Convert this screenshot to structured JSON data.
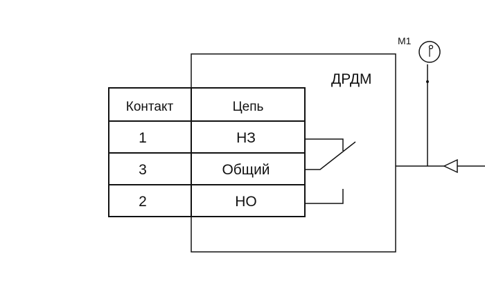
{
  "device": {
    "label": "ДРДМ"
  },
  "gauge": {
    "label": "М1",
    "icon": "pressure-gauge-icon"
  },
  "table": {
    "headers": [
      "Контакт",
      "Цепь"
    ],
    "rows": [
      {
        "contact": "1",
        "circuit": "НЗ"
      },
      {
        "contact": "3",
        "circuit": "Общий"
      },
      {
        "contact": "2",
        "circuit": "НО"
      }
    ]
  },
  "colors": {
    "line": "#111111",
    "background": "#ffffff"
  }
}
